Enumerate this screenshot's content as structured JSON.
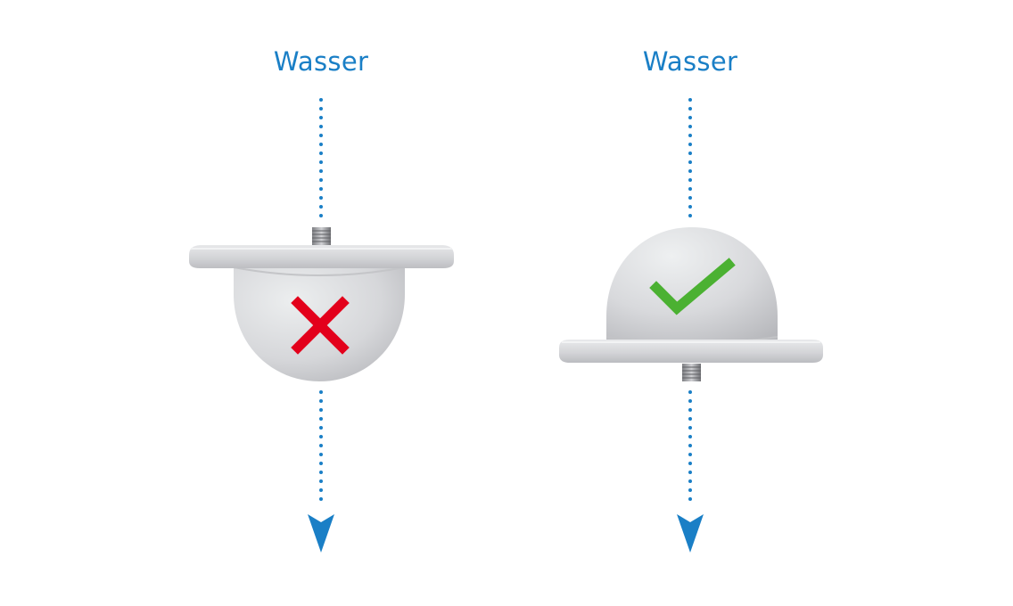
{
  "colors": {
    "water_blue": "#1a7fc6",
    "dome_gray": "#d9dadc",
    "cross_red": "#e3001b",
    "check_green": "#4bb132"
  },
  "panels": [
    {
      "label": "Wasser",
      "mount": "dome-down",
      "status_icon": "cross-icon",
      "status": "incorrect"
    },
    {
      "label": "Wasser",
      "mount": "dome-up",
      "status_icon": "check-icon",
      "status": "correct"
    }
  ]
}
